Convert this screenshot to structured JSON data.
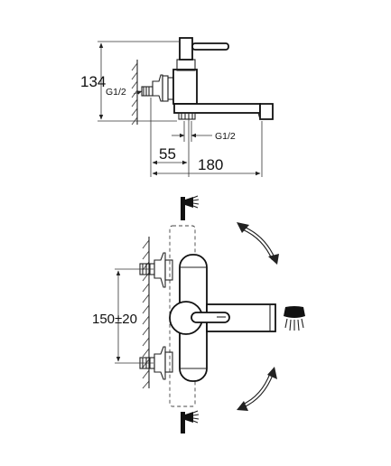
{
  "top_view": {
    "height_label": "134",
    "inlet_thread_label": "G1/2",
    "outlet_thread_label": "G1/2",
    "offset_label": "55",
    "spout_length_label": "180"
  },
  "front_view": {
    "center_distance_label": "150±20"
  }
}
